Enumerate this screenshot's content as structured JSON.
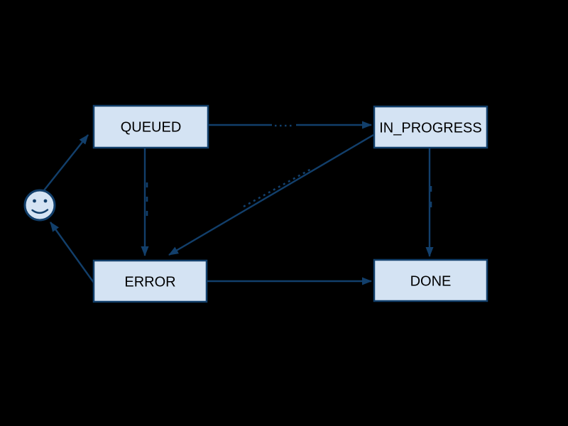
{
  "diagram": {
    "type": "state-machine",
    "background": "#000000",
    "colors": {
      "node_fill": "#d4e3f3",
      "node_border": "#123f6b",
      "edge": "#123f6b",
      "node_text": "#000000"
    },
    "start": {
      "icon": "smiley-face"
    },
    "nodes": [
      {
        "id": "QUEUED",
        "label": "QUEUED"
      },
      {
        "id": "IN_PROGRESS",
        "label": "IN_PROGRESS"
      },
      {
        "id": "ERROR",
        "label": "ERROR"
      },
      {
        "id": "DONE",
        "label": "DONE"
      }
    ],
    "edges": [
      {
        "from": "start",
        "to": "QUEUED",
        "label": "",
        "has_label_marks": false
      },
      {
        "from": "QUEUED",
        "to": "IN_PROGRESS",
        "label": "",
        "has_label_marks": true
      },
      {
        "from": "QUEUED",
        "to": "ERROR",
        "label": "",
        "has_label_marks": true
      },
      {
        "from": "IN_PROGRESS",
        "to": "ERROR",
        "label": "",
        "has_label_marks": true
      },
      {
        "from": "IN_PROGRESS",
        "to": "DONE",
        "label": "",
        "has_label_marks": true
      },
      {
        "from": "ERROR",
        "to": "DONE",
        "label": "",
        "has_label_marks": false
      },
      {
        "from": "ERROR",
        "to": "start",
        "label": "",
        "has_label_marks": false
      }
    ]
  }
}
